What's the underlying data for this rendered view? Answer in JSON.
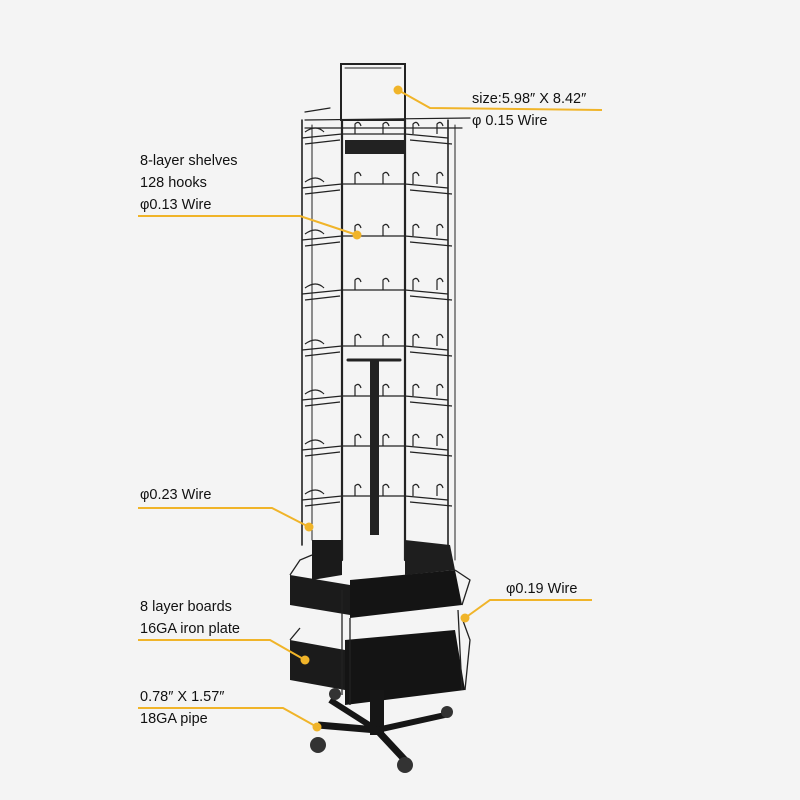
{
  "colors": {
    "accent": "#f0b429",
    "ink": "#111111",
    "frame": "#222222",
    "background": "#f4f4f4"
  },
  "callouts": [
    {
      "id": "sign-holder",
      "lines": [
        "size:5.98″  X 8.42″",
        "φ 0.15 Wire"
      ]
    },
    {
      "id": "shelves",
      "lines": [
        "8-layer shelves",
        "128 hooks",
        "φ0.13 Wire"
      ]
    },
    {
      "id": "frame-wire",
      "lines": [
        "φ0.23 Wire"
      ]
    },
    {
      "id": "basket-wire",
      "lines": [
        "φ0.19 Wire"
      ]
    },
    {
      "id": "boards",
      "lines": [
        "8 layer boards",
        "16GA iron plate"
      ]
    },
    {
      "id": "pipe",
      "lines": [
        "0.78″  X 1.57″",
        "18GA  pipe"
      ]
    }
  ]
}
